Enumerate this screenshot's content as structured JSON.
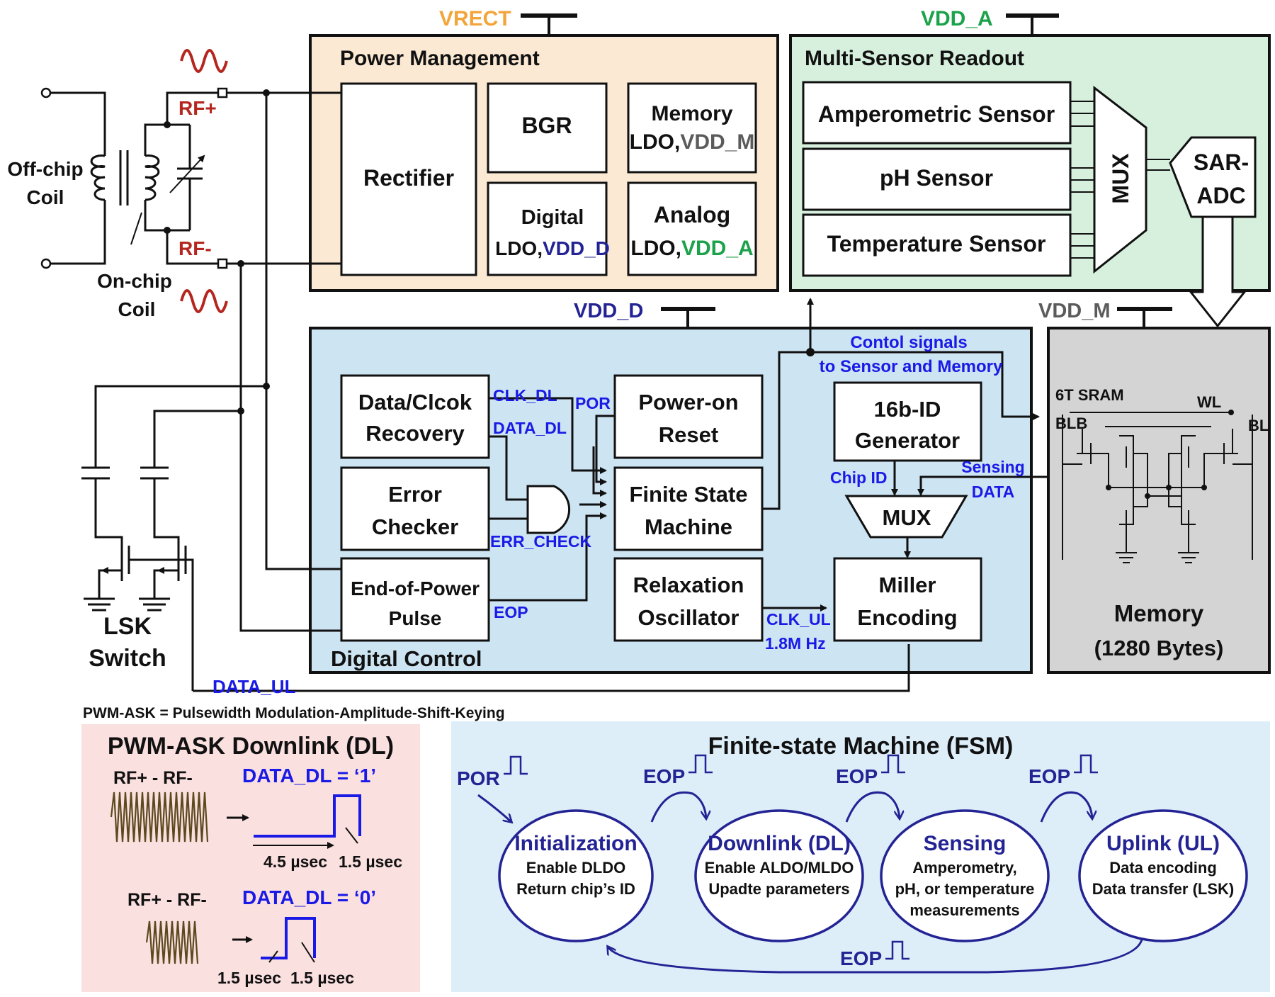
{
  "supplies": {
    "vrect": "VRECT",
    "vdd_a": "VDD_A",
    "vdd_d": "VDD_D",
    "vdd_m": "VDD_M"
  },
  "coil": {
    "off_chip_1": "Off-chip",
    "off_chip_2": "Coil",
    "on_chip_1": "On-chip",
    "on_chip_2": "Coil",
    "rf_plus": "RF+",
    "rf_minus": "RF-"
  },
  "lsk": {
    "line1": "LSK",
    "line2": "Switch"
  },
  "power_management": {
    "title": "Power Management",
    "rectifier": "Rectifier",
    "bgr": "BGR",
    "memory_ldo_1": "Memory",
    "memory_ldo_2": "LDO,",
    "memory_ldo_3": "VDD_M",
    "digital_ldo_1": "Digital",
    "digital_ldo_2": "LDO,",
    "digital_ldo_3": "VDD_D",
    "analog_ldo_1": "Analog",
    "analog_ldo_2": "LDO,",
    "analog_ldo_3": "VDD_A"
  },
  "sensor_readout": {
    "title": "Multi-Sensor Readout",
    "amperometric": "Amperometric Sensor",
    "ph": "pH Sensor",
    "temperature": "Temperature Sensor",
    "mux": "MUX",
    "sar_1": "SAR-",
    "sar_2": "ADC"
  },
  "digital_control": {
    "title": "Digital Control",
    "dcr_1": "Data/Clcok",
    "dcr_2": "Recovery",
    "error_1": "Error",
    "error_2": "Checker",
    "eop_1": "End-of-Power",
    "eop_2": "Pulse",
    "por_1": "Power-on",
    "por_2": "Reset",
    "fsm_1": "Finite State",
    "fsm_2": "Machine",
    "osc_1": "Relaxation",
    "osc_2": "Oscillator",
    "id_1": "16b-ID",
    "id_2": "Generator",
    "mux": "MUX",
    "miller_1": "Miller",
    "miller_2": "Encoding"
  },
  "signals": {
    "clk_dl": "CLK_DL",
    "data_dl": "DATA_DL",
    "por": "POR",
    "err_check": "ERR_CHECK",
    "eop": "EOP",
    "clk_ul": "CLK_UL",
    "clk_freq": "1.8M Hz",
    "control_1": "Contol signals",
    "control_2": "to Sensor and Memory",
    "chip_id": "Chip ID",
    "sensing_1": "Sensing",
    "sensing_2": "DATA",
    "data_ul": "DATA_UL"
  },
  "memory": {
    "sram": "6T SRAM",
    "wl": "WL",
    "blb": "BLB",
    "bl": "BL",
    "title_1": "Memory",
    "title_2": "(1280 Bytes)"
  },
  "footnote": "PWM-ASK = Pulsewidth Modulation-Amplitude-Shift-Keying",
  "downlink": {
    "title": "PWM-ASK Downlink (DL)",
    "rf_label_1": "RF+ - RF-",
    "data_1": "DATA_DL  = ‘1’",
    "t_45": "4.5 µsec",
    "t_15a": "1.5 µsec",
    "rf_label_0": "RF+ - RF-",
    "data_0": "DATA_DL  = ‘0’",
    "t_15b": "1.5 µsec",
    "t_15c": "1.5 µsec"
  },
  "fsm": {
    "title": "Finite-state Machine (FSM)",
    "por": "POR",
    "eop": "EOP",
    "states": [
      {
        "name": "Initialization",
        "line1": "Enable DLDO",
        "line2": "Return chip’s ID",
        "line3": ""
      },
      {
        "name": "Downlink (DL)",
        "line1": "Enable ALDO/MLDO",
        "line2": "Upadte parameters",
        "line3": ""
      },
      {
        "name": "Sensing",
        "line1": "Amperometry,",
        "line2": "pH, or temperature",
        "line3": "measurements"
      },
      {
        "name": "Uplink (UL)",
        "line1": "Data encoding",
        "line2": "Data transfer (LSK)",
        "line3": ""
      }
    ]
  },
  "colors": {
    "power_bg": "#fbe9d3",
    "sensor_bg": "#d6f0dd",
    "digital_bg": "#cde4f3",
    "memory_bg": "#d4d4d4",
    "dl_bg": "#fbe0e0",
    "fsm_bg": "#ddeef9",
    "signal_blue": "#1a1ae6",
    "fsm_navy": "#232394",
    "rf_red": "#b5261e"
  }
}
